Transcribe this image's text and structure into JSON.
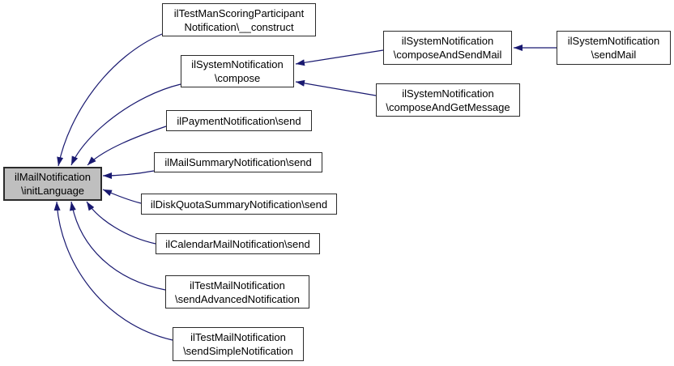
{
  "diagram": {
    "type": "caller-graph",
    "colors": {
      "arrow": "#191970",
      "node_border": "#2b2b2b",
      "node_fill": "#ffffff",
      "highlight_fill": "#bfbfbf",
      "text": "#000000",
      "background": "#ffffff"
    },
    "nodes": [
      {
        "id": "init-language",
        "highlighted": true,
        "lines": [
          "ilMailNotification",
          "\\initLanguage"
        ]
      },
      {
        "id": "test-man-scoring-participant-construct",
        "highlighted": false,
        "lines": [
          "ilTestManScoringParticipant",
          "Notification\\__construct"
        ]
      },
      {
        "id": "system-compose",
        "highlighted": false,
        "lines": [
          "ilSystemNotification",
          "\\compose"
        ]
      },
      {
        "id": "system-compose-and-send-mail",
        "highlighted": false,
        "lines": [
          "ilSystemNotification",
          "\\composeAndSendMail"
        ]
      },
      {
        "id": "system-send-mail",
        "highlighted": false,
        "lines": [
          "ilSystemNotification",
          "\\sendMail"
        ]
      },
      {
        "id": "system-compose-and-get-message",
        "highlighted": false,
        "lines": [
          "ilSystemNotification",
          "\\composeAndGetMessage"
        ]
      },
      {
        "id": "payment-send",
        "highlighted": false,
        "lines": [
          "ilPaymentNotification\\send"
        ]
      },
      {
        "id": "mail-summary-send",
        "highlighted": false,
        "lines": [
          "ilMailSummaryNotification\\send"
        ]
      },
      {
        "id": "disk-quota-summary-send",
        "highlighted": false,
        "lines": [
          "ilDiskQuotaSummaryNotification\\send"
        ]
      },
      {
        "id": "calendar-mail-send",
        "highlighted": false,
        "lines": [
          "ilCalendarMailNotification\\send"
        ]
      },
      {
        "id": "test-mail-send-advanced",
        "highlighted": false,
        "lines": [
          "ilTestMailNotification",
          "\\sendAdvancedNotification"
        ]
      },
      {
        "id": "test-mail-send-simple",
        "highlighted": false,
        "lines": [
          "ilTestMailNotification",
          "\\sendSimpleNotification"
        ]
      }
    ],
    "edges": [
      {
        "from": "test-man-scoring-participant-construct",
        "to": "init-language"
      },
      {
        "from": "system-compose",
        "to": "init-language"
      },
      {
        "from": "payment-send",
        "to": "init-language"
      },
      {
        "from": "mail-summary-send",
        "to": "init-language"
      },
      {
        "from": "disk-quota-summary-send",
        "to": "init-language"
      },
      {
        "from": "calendar-mail-send",
        "to": "init-language"
      },
      {
        "from": "test-mail-send-advanced",
        "to": "init-language"
      },
      {
        "from": "test-mail-send-simple",
        "to": "init-language"
      },
      {
        "from": "system-compose-and-send-mail",
        "to": "system-compose"
      },
      {
        "from": "system-compose-and-get-message",
        "to": "system-compose"
      },
      {
        "from": "system-send-mail",
        "to": "system-compose-and-send-mail"
      }
    ]
  }
}
